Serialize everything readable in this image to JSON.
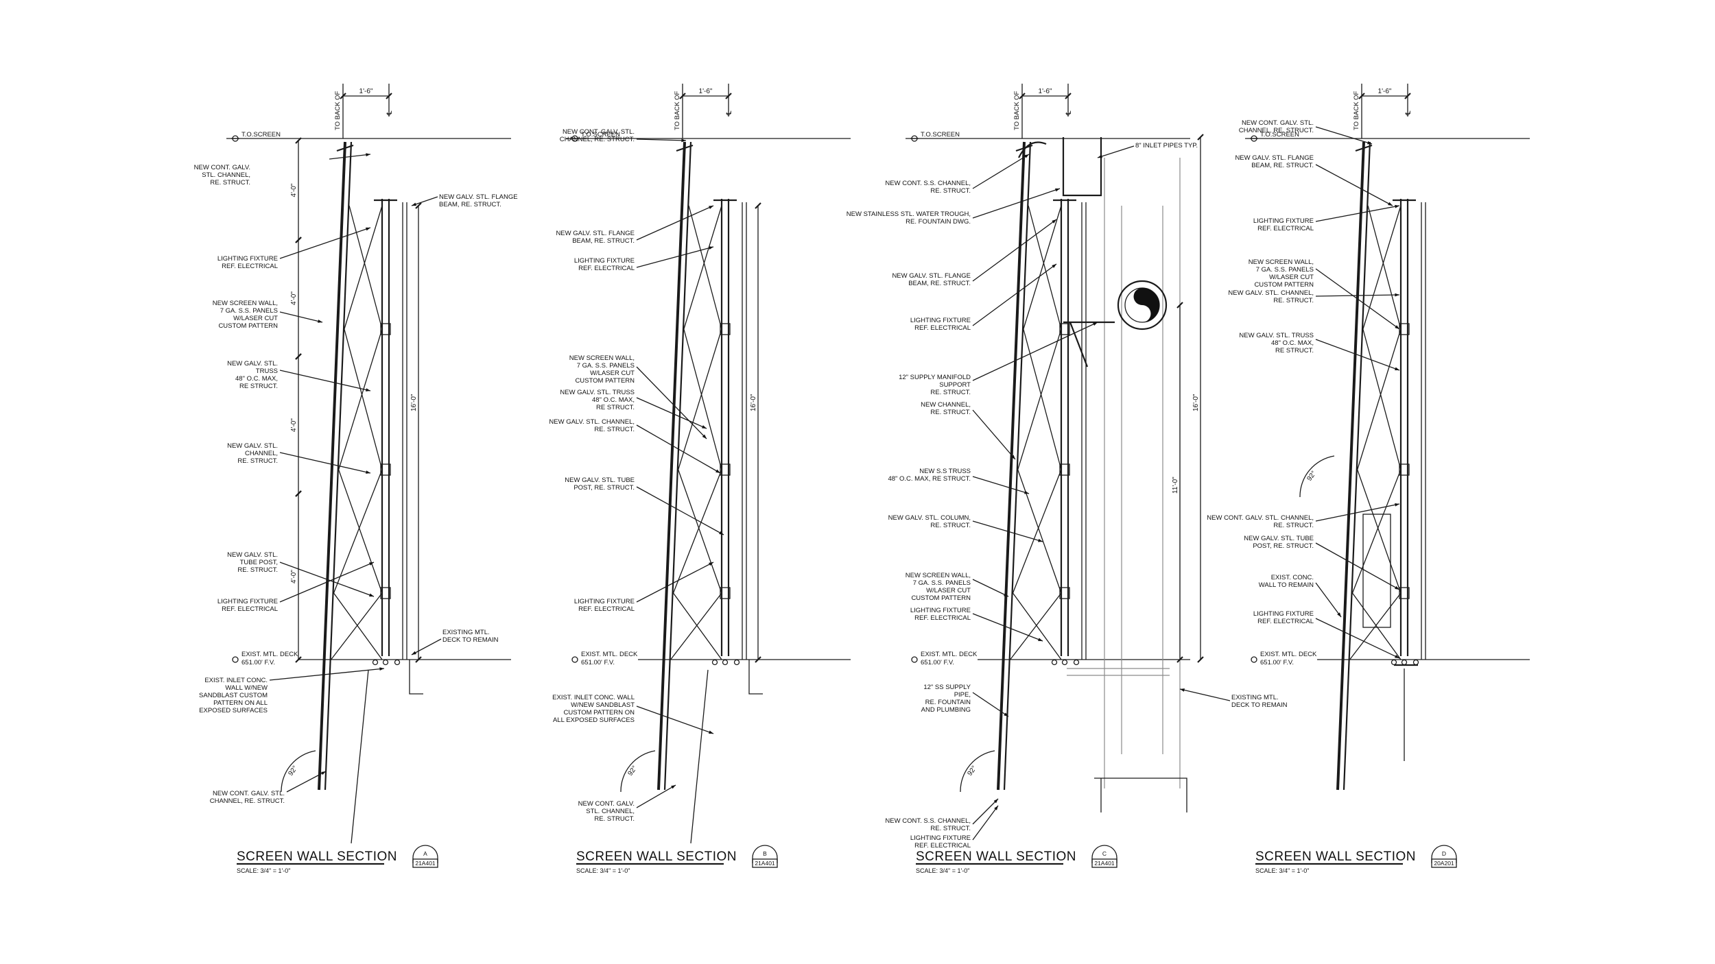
{
  "common": {
    "to_screen": "T.O.SCREEN",
    "to_back_of": "TO BACK OF",
    "dim_1_6": "1'-6\"",
    "dim_16_0": "16'-0\"",
    "dim_4_0": "4'-0\"",
    "dim_11_0": "11'-0\"",
    "angle": "92°",
    "exist_deck": "EXIST. MTL. DECK",
    "elev": "651.00' F.V.",
    "centerline": "℄"
  },
  "sections": [
    {
      "title": "SCREEN WALL SECTION",
      "scale": "SCALE: 3/4\" = 1'-0\"",
      "letter": "A",
      "sheet": "21A401",
      "labels": [
        [
          "NEW CONT. GALV.",
          "STL. CHANNEL,",
          "RE. STRUCT."
        ],
        [
          "NEW GALV. STL. FLANGE",
          "BEAM, RE. STRUCT."
        ],
        [
          "LIGHTING FIXTURE",
          "REF. ELECTRICAL"
        ],
        [
          "NEW SCREEN WALL,",
          "7 GA. S.S. PANELS",
          "W/LASER CUT",
          "CUSTOM PATTERN"
        ],
        [
          "NEW GALV. STL.",
          "TRUSS",
          "48\" O.C. MAX,",
          "RE STRUCT."
        ],
        [
          "NEW GALV. STL.",
          "CHANNEL,",
          "RE. STRUCT."
        ],
        [
          "NEW GALV. STL.",
          "TUBE POST,",
          "RE. STRUCT."
        ],
        [
          "LIGHTING FIXTURE",
          "REF. ELECTRICAL"
        ],
        [
          "EXISTING MTL.",
          "DECK TO REMAIN"
        ],
        [
          "EXIST. INLET CONC.",
          "WALL W/NEW",
          "SANDBLAST CUSTOM",
          "PATTERN ON ALL",
          "EXPOSED SURFACES"
        ],
        [
          "NEW CONT. GALV. STL.",
          "CHANNEL, RE. STRUCT."
        ]
      ]
    },
    {
      "title": "SCREEN WALL SECTION",
      "scale": "SCALE: 3/4\" = 1'-0\"",
      "letter": "B",
      "sheet": "21A401",
      "labels": [
        [
          "NEW CONT. GALV. STL.",
          "CHANNEL, RE. STRUCT."
        ],
        [
          "NEW GALV. STL. FLANGE",
          "BEAM, RE. STRUCT."
        ],
        [
          "LIGHTING FIXTURE",
          "REF. ELECTRICAL"
        ],
        [
          "NEW SCREEN WALL,",
          "7 GA. S.S. PANELS",
          "W/LASER CUT",
          "CUSTOM PATTERN"
        ],
        [
          "NEW GALV. STL. TRUSS",
          "48\" O.C. MAX,",
          "RE STRUCT."
        ],
        [
          "NEW GALV. STL. CHANNEL,",
          "RE. STRUCT."
        ],
        [
          "NEW GALV. STL. TUBE",
          "POST, RE. STRUCT."
        ],
        [
          "LIGHTING FIXTURE",
          "REF. ELECTRICAL"
        ],
        [
          "EXIST. INLET CONC. WALL",
          "W/NEW SANDBLAST",
          "CUSTOM PATTERN ON",
          "ALL EXPOSED SURFACES"
        ],
        [
          "NEW CONT. GALV.",
          "STL. CHANNEL,",
          "RE. STRUCT."
        ]
      ]
    },
    {
      "title": "SCREEN WALL SECTION",
      "scale": "SCALE: 3/4\" = 1'-0\"",
      "letter": "C",
      "sheet": "21A401",
      "labels": [
        [
          "8\" INLET PIPES TYP."
        ],
        [
          "NEW CONT. S.S. CHANNEL,",
          "RE. STRUCT."
        ],
        [
          "NEW STAINLESS STL. WATER TROUGH,",
          "RE. FOUNTAIN DWG."
        ],
        [
          "NEW GALV. STL. FLANGE",
          "BEAM, RE. STRUCT."
        ],
        [
          "LIGHTING FIXTURE",
          "REF. ELECTRICAL"
        ],
        [
          "12\" SUPPLY MANIFOLD",
          "SUPPORT",
          "RE. STRUCT."
        ],
        [
          "NEW CHANNEL,",
          "RE. STRUCT."
        ],
        [
          "NEW S.S TRUSS",
          "48\" O.C. MAX, RE STRUCT."
        ],
        [
          "NEW GALV. STL. COLUMN,",
          "RE. STRUCT."
        ],
        [
          "NEW SCREEN WALL,",
          "7 GA. S.S. PANELS",
          "W/LASER CUT",
          "CUSTOM PATTERN"
        ],
        [
          "LIGHTING FIXTURE",
          "REF. ELECTRICAL"
        ],
        [
          "12\" SS SUPPLY",
          "PIPE,",
          "RE. FOUNTAIN",
          "AND PLUMBING"
        ],
        [
          "EXISTING MTL.",
          "DECK TO REMAIN"
        ],
        [
          "NEW CONT. S.S. CHANNEL,",
          "RE. STRUCT."
        ],
        [
          "LIGHTING FIXTURE",
          "REF. ELECTRICAL"
        ]
      ]
    },
    {
      "title": "SCREEN WALL SECTION",
      "scale": "SCALE: 3/4\" = 1'-0\"",
      "letter": "D",
      "sheet": "20A201",
      "labels": [
        [
          "NEW CONT. GALV. STL.",
          "CHANNEL, RE. STRUCT."
        ],
        [
          "NEW GALV. STL. FLANGE",
          "BEAM, RE. STRUCT."
        ],
        [
          "LIGHTING FIXTURE",
          "REF. ELECTRICAL"
        ],
        [
          "NEW SCREEN WALL,",
          "7 GA. S.S. PANELS",
          "W/LASER CUT",
          "CUSTOM PATTERN"
        ],
        [
          "NEW GALV. STL. CHANNEL,",
          "RE. STRUCT."
        ],
        [
          "NEW GALV. STL. TRUSS",
          "48\" O.C. MAX,",
          "RE STRUCT."
        ],
        [
          "NEW CONT. GALV. STL. CHANNEL,",
          "RE. STRUCT."
        ],
        [
          "NEW GALV. STL. TUBE",
          "POST, RE. STRUCT."
        ],
        [
          "EXIST. CONC.",
          "WALL TO REMAIN"
        ],
        [
          "LIGHTING FIXTURE",
          "REF. ELECTRICAL"
        ]
      ]
    }
  ]
}
